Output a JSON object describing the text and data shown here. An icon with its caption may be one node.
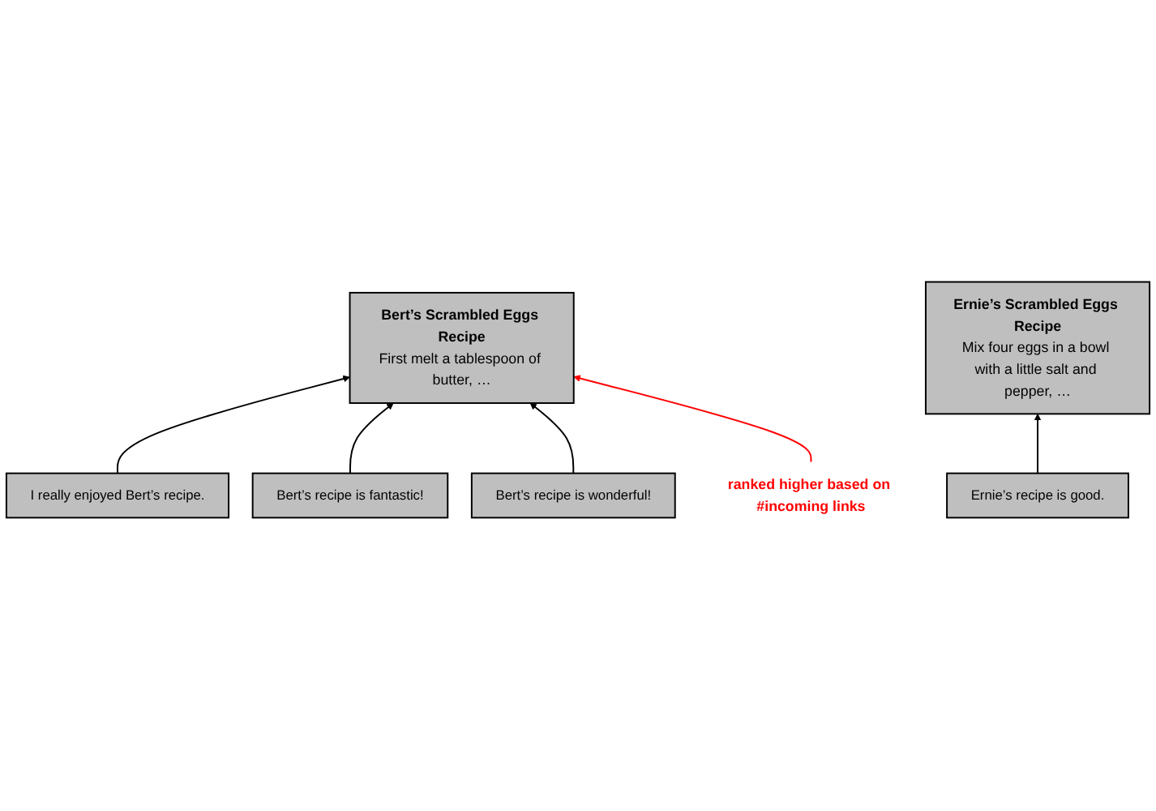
{
  "diagram": {
    "nodes": [
      {
        "text": [
          "Ernie’s Scrambled Eggs Recipe",
          "Mix four eggs in a bowl with a little salt and pepper, …"
        ]
      },
      {
        "text": [
          "ranked higher based on #incoming links"
        ]
      },
      {
        "text": [
          "Bert’s Scrambled Eggs Recipe",
          "First melt a tablespoon of butter, …"
        ]
      },
      {
        "text": [
          "Ernie’s recipe is good."
        ]
      },
      {
        "text": [
          "I really enjoyed Bert’s recipe."
        ]
      },
      {
        "text": [
          "Bert’s recipe is wonderful!"
        ]
      },
      {
        "text": [
          "Bert’s recipe is fantastic!"
        ]
      }
    ],
    "edges": [
      {
        "from": 3,
        "to": 0,
        "arrow": "to"
      },
      {
        "from": 4,
        "to": 2,
        "arrow": "to"
      },
      {
        "from": 6,
        "to": 2,
        "arrow": "to"
      },
      {
        "from": 5,
        "to": 2,
        "arrow": "to"
      },
      {
        "from": 1,
        "to": 2,
        "arrow": "to",
        "color": "#ff0000"
      }
    ]
  }
}
